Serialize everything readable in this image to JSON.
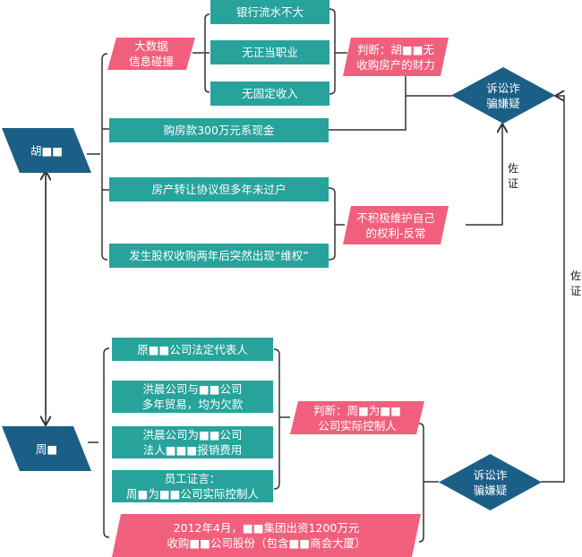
{
  "persons": {
    "hu": "胡■■",
    "zhou": "周■"
  },
  "hu_branch": {
    "big_data": "大数据\n信息碰撞",
    "facts": [
      "银行流水不大",
      "无正当职业",
      "无固定收入"
    ],
    "judgement": "判断：胡■■无\n收购房产的财力",
    "cash": "购房款300万元系现金",
    "transfer": "房产转让协议但多年未过户",
    "rights": "发生股权收购两年后突然出现“维权”",
    "abnormal": "不积极维护自己\n的权利-反常"
  },
  "zhou_branch": {
    "facts": [
      "原■■公司法定代表人",
      "洪晨公司与■■公司\n多年贸易，均为欠款",
      "洪晨公司为■■公司\n法人■■■报销费用",
      "员工证言：\n周■为■■公司实际控制人"
    ],
    "judgement": "判断：周■为■■\n公司实际控制人",
    "investment": "2012年4月，■■集团出资1200万元\n收购■■公司股份（包含■■商会大厦）"
  },
  "conclusions": {
    "top": "诉讼诈\n骗嫌疑",
    "bottom": "诉讼诈\n骗嫌疑"
  },
  "edge_labels": {
    "support_1": "佐证",
    "support_2": "佐证"
  },
  "colors": {
    "teal": "#27a39c",
    "pink": "#f0607c",
    "navy": "#1c5f86",
    "line": "#333333"
  }
}
